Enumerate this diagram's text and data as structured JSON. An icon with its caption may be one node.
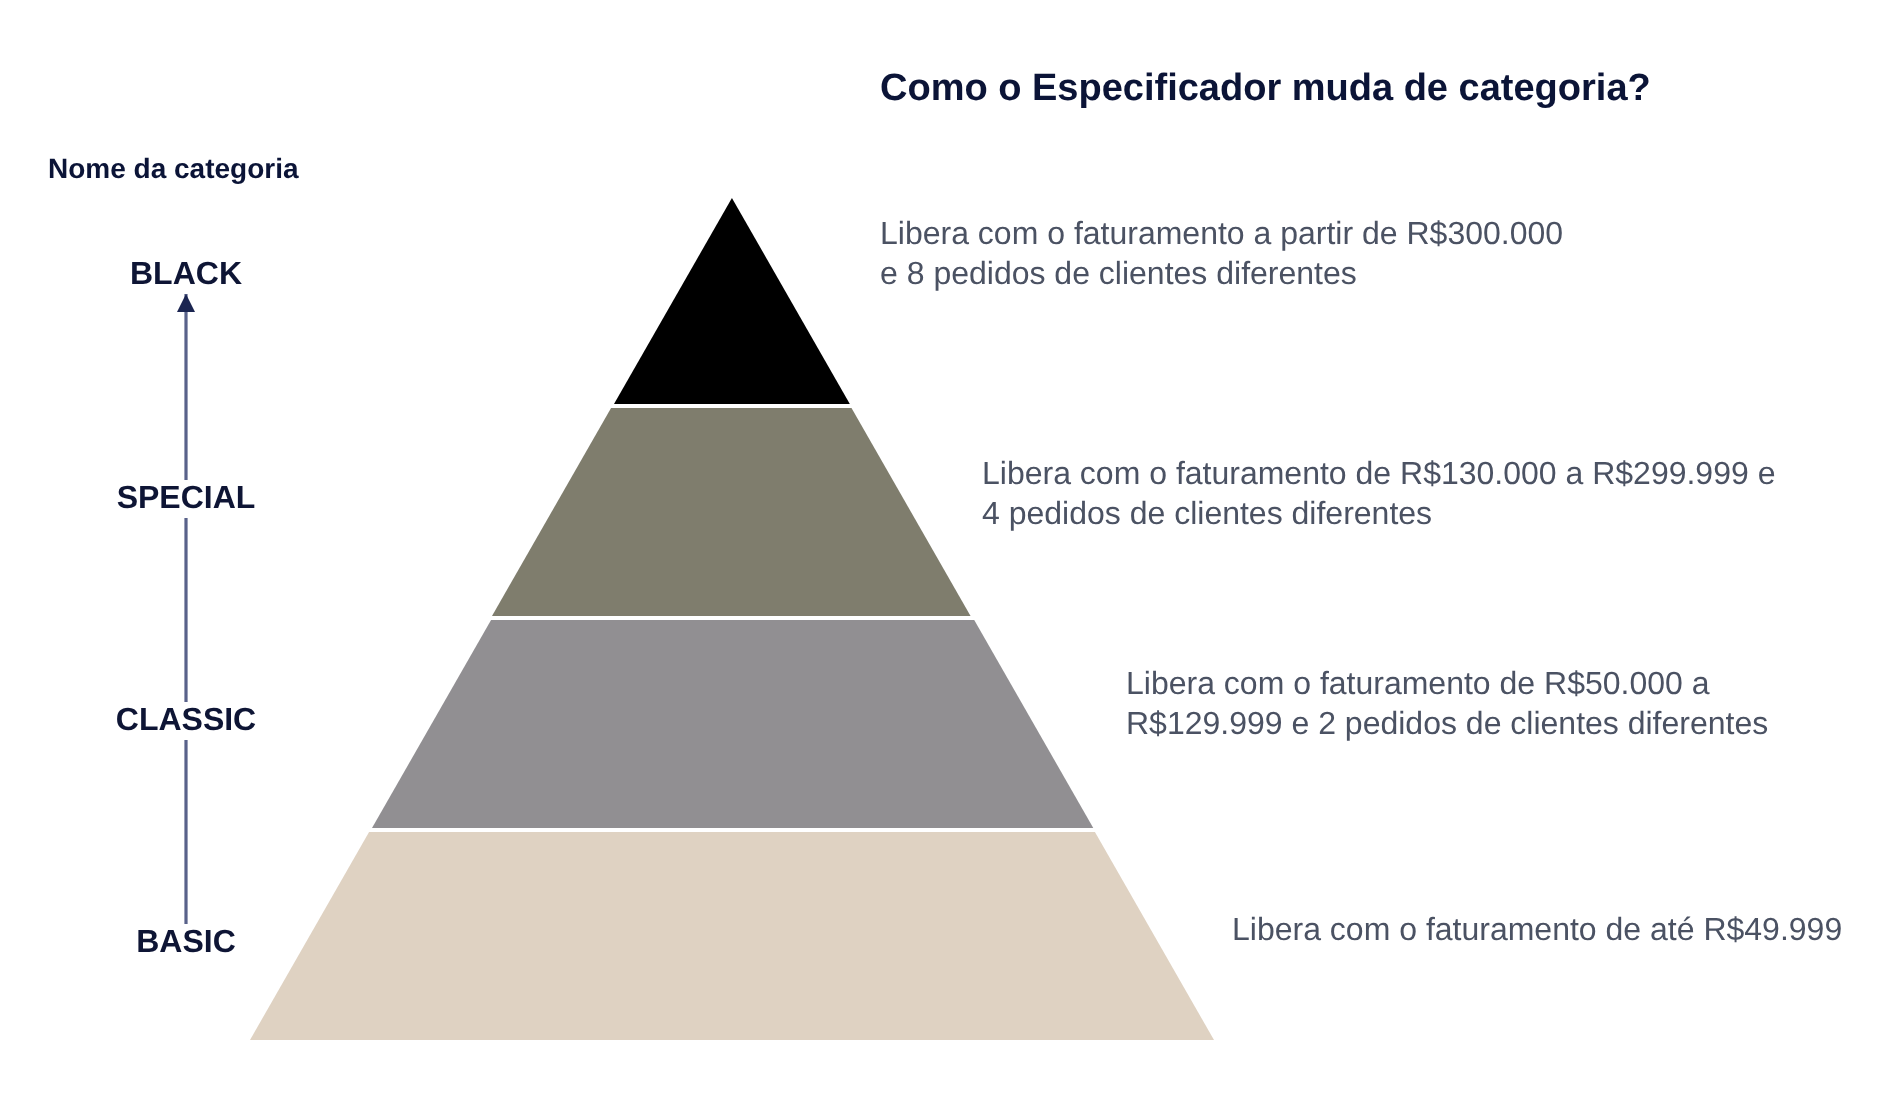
{
  "diagram": {
    "title": "Como o Especificador muda de categoria?",
    "nodes": [
      {
        "text": [
          "BLACK"
        ]
      },
      {
        "text": [
          "SPECIAL"
        ]
      },
      {
        "text": [
          "CLASSIC"
        ]
      },
      {
        "text": [
          "BASIC"
        ]
      },
      {
        "text": [],
        "shape": "triangle",
        "beside": [
          "Libera com o faturamento a partir de R$300.000 e 8 pedidos de clientes diferentes"
        ]
      },
      {
        "text": [],
        "shape": "trapezoid",
        "beside": [
          "Libera com o faturamento de R$130.000 a R$299.999 e 4 pedidos de clientes diferentes"
        ]
      },
      {
        "text": [],
        "shape": "trapezoid",
        "beside": [
          "Libera com o faturamento de R$50.000 a R$129.999 e 2 pedidos de clientes diferentes"
        ]
      },
      {
        "text": [],
        "shape": "trapezoid",
        "beside": [
          "Libera com o faturamento de até R$49.999"
        ]
      }
    ],
    "edges": [
      {
        "from": 3,
        "to": 2,
        "arrow": "none"
      },
      {
        "from": 2,
        "to": 1,
        "arrow": "none"
      },
      {
        "from": 1,
        "to": 0,
        "arrow": "to"
      }
    ],
    "labels": [
      "Nome da categoria"
    ]
  }
}
